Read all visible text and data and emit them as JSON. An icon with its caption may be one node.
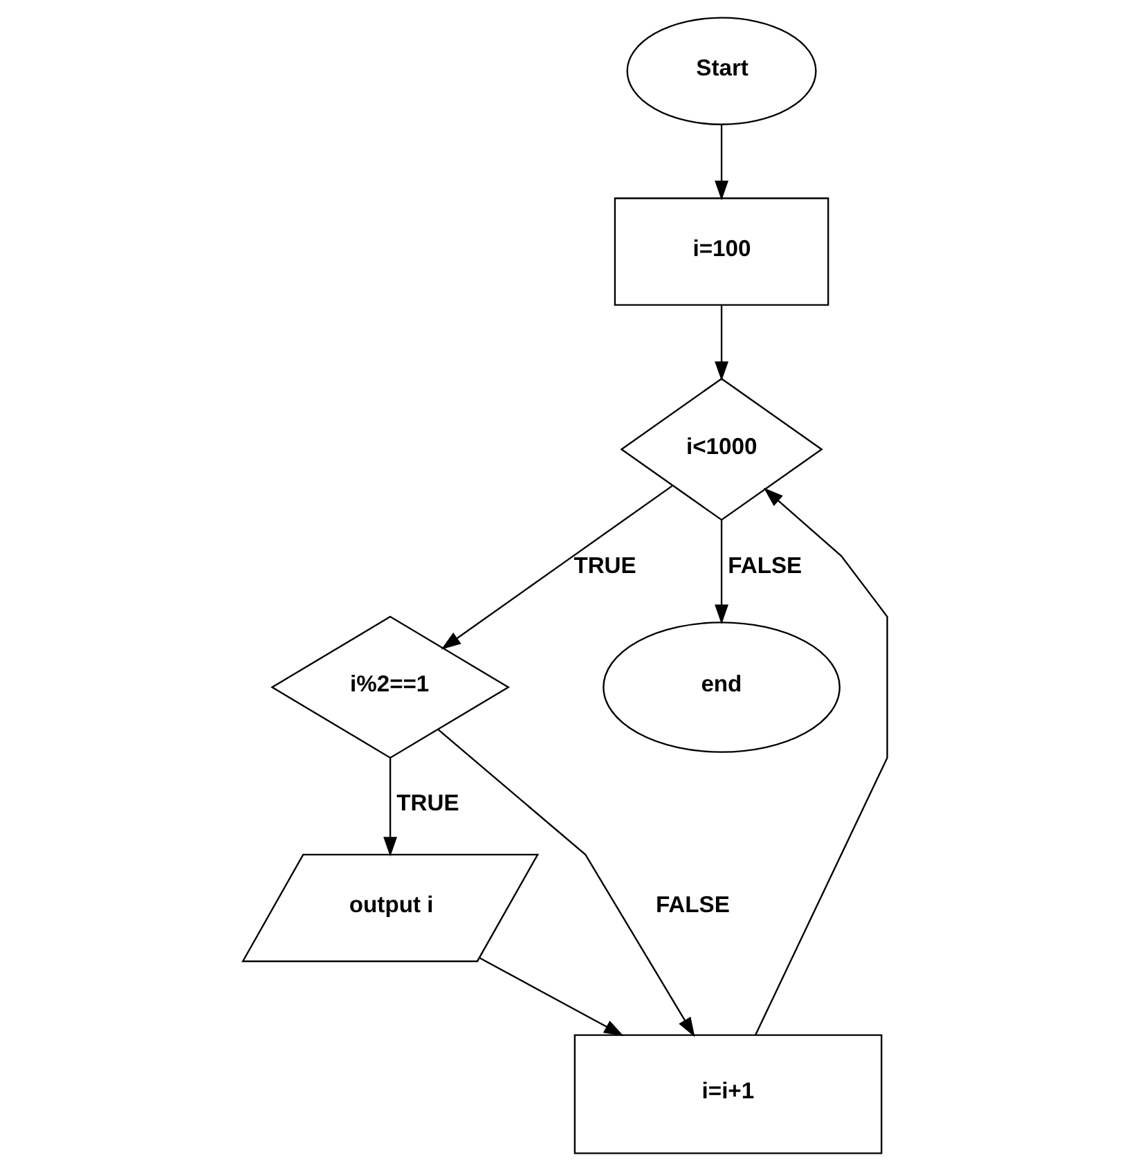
{
  "diagram": {
    "nodes": [
      {
        "text": [
          "Start"
        ]
      },
      {
        "text": [
          "i=100"
        ]
      },
      {
        "text": [
          "i<1000"
        ]
      },
      {
        "text": [
          "i%2==1"
        ]
      },
      {
        "text": [
          "end"
        ]
      },
      {
        "text": [
          "output i"
        ]
      },
      {
        "text": [
          "i=i+1"
        ]
      }
    ],
    "edges": [
      {
        "from": 0,
        "to": 1,
        "arrow": "to"
      },
      {
        "from": 1,
        "to": 2,
        "arrow": "to"
      },
      {
        "from": 2,
        "to": 3,
        "label": "TRUE",
        "arrow": "to"
      },
      {
        "from": 2,
        "to": 4,
        "label": "FALSE",
        "arrow": "to"
      },
      {
        "from": 3,
        "to": 5,
        "label": "TRUE",
        "arrow": "to"
      },
      {
        "from": 3,
        "to": 6,
        "label": "FALSE",
        "arrow": "to"
      },
      {
        "from": 5,
        "to": 6,
        "arrow": "to"
      },
      {
        "from": 6,
        "to": 2,
        "arrow": "to"
      }
    ]
  }
}
